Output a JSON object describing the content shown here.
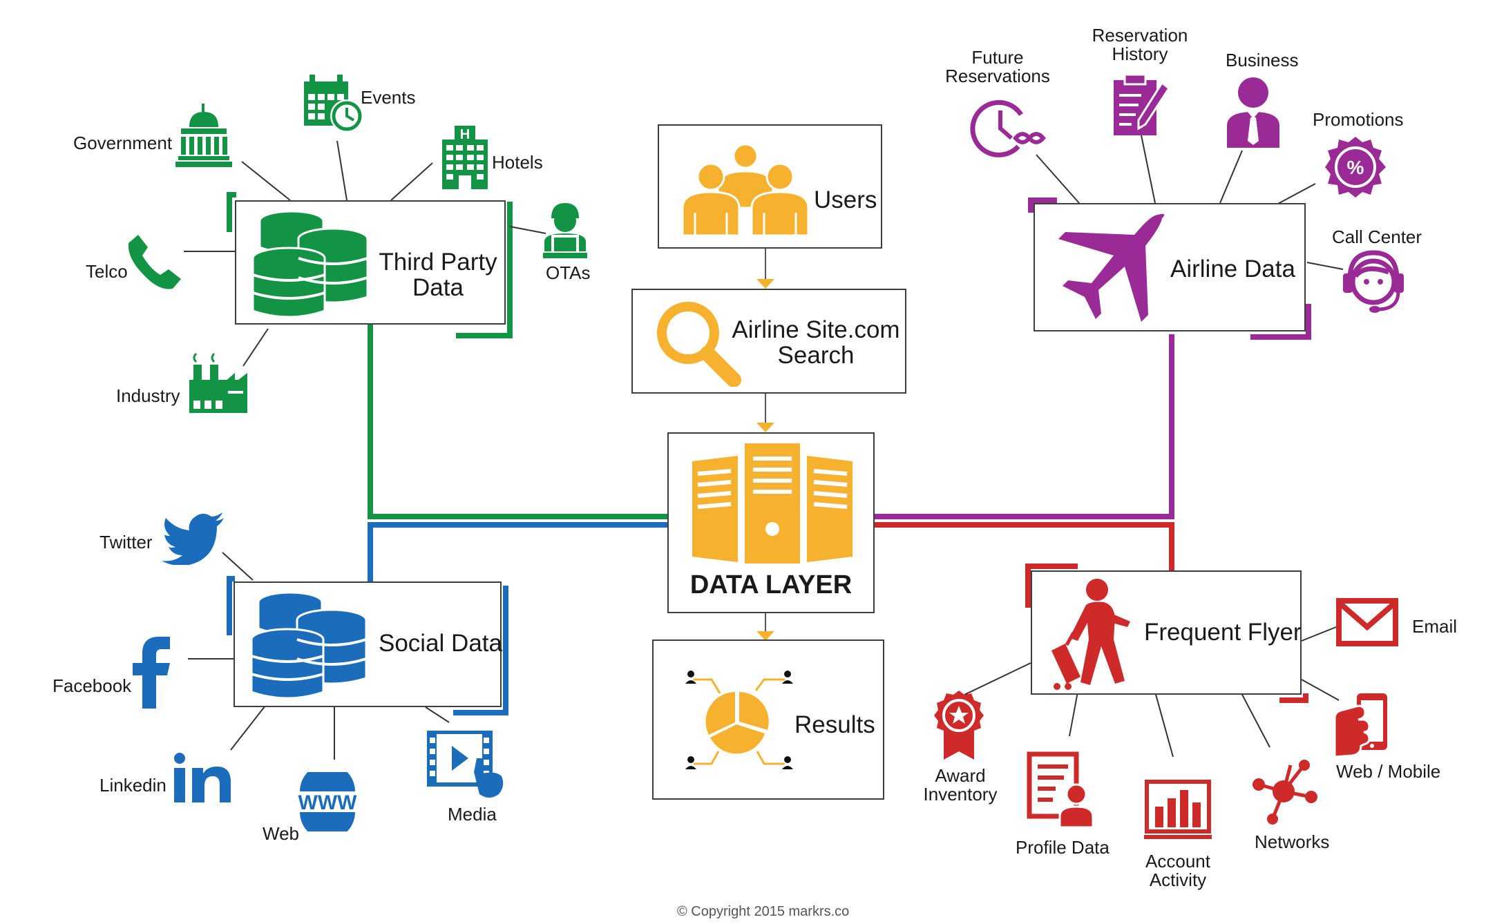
{
  "colors": {
    "green": "#129444",
    "blue": "#1b6dbb",
    "purple": "#9a2a96",
    "red": "#cf2a2a",
    "orange": "#f6b12e",
    "border": "#3d3d3d"
  },
  "center": {
    "users": {
      "label": "Users",
      "icon": "users-group-icon"
    },
    "search": {
      "label_line1": "Airline Site.com",
      "label_line2": "Search",
      "icon": "magnifier-icon"
    },
    "data_layer": {
      "label": "DATA LAYER",
      "icon": "server-icon"
    },
    "results": {
      "label": "Results",
      "icon": "pie-network-icon"
    }
  },
  "third_party": {
    "label_line1": "Third Party",
    "label_line2": "Data",
    "icon": "database-icon",
    "sources": {
      "government": {
        "label": "Government",
        "icon": "capitol-icon"
      },
      "events": {
        "label": "Events",
        "icon": "calendar-clock-icon"
      },
      "hotels": {
        "label": "Hotels",
        "icon": "hotel-icon"
      },
      "otas": {
        "label": "OTAs",
        "icon": "agent-laptop-icon"
      },
      "telco": {
        "label": "Telco",
        "icon": "phone-icon"
      },
      "industry": {
        "label": "Industry",
        "icon": "factory-icon"
      }
    }
  },
  "social": {
    "label": "Social Data",
    "icon": "database-icon",
    "sources": {
      "twitter": {
        "label": "Twitter",
        "icon": "bird-icon"
      },
      "facebook": {
        "label": "Facebook",
        "icon": "facebook-f-icon"
      },
      "linkedin": {
        "label": "Linkedin",
        "icon": "linkedin-in-icon"
      },
      "web": {
        "label": "Web",
        "icon": "www-globe-icon"
      },
      "media": {
        "label": "Media",
        "icon": "video-touch-icon"
      }
    }
  },
  "airline": {
    "label": "Airline Data",
    "icon": "airplane-icon",
    "sources": {
      "future": {
        "label_line1": "Future",
        "label_line2": "Reservations",
        "icon": "clock-infinity-icon"
      },
      "history": {
        "label_line1": "Reservation",
        "label_line2": "History",
        "icon": "clipboard-pen-icon"
      },
      "business": {
        "label": "Business",
        "icon": "businessman-icon"
      },
      "promotions": {
        "label": "Promotions",
        "icon": "percent-badge-icon"
      },
      "callcenter": {
        "label": "Call Center",
        "icon": "headset-agent-icon"
      }
    }
  },
  "flyer": {
    "label": "Frequent Flyer",
    "icon": "traveler-luggage-icon",
    "sources": {
      "award": {
        "label_line1": "Award",
        "label_line2": "Inventory",
        "icon": "award-ribbon-icon"
      },
      "profile": {
        "label": "Profile Data",
        "icon": "profile-document-icon"
      },
      "account": {
        "label_line1": "Account",
        "label_line2": "Activity",
        "icon": "bar-chart-icon"
      },
      "networks": {
        "label": "Networks",
        "icon": "network-nodes-icon"
      },
      "mobile": {
        "label": "Web / Mobile",
        "icon": "hand-phone-icon"
      },
      "email": {
        "label": "Email",
        "icon": "envelope-icon"
      }
    }
  },
  "footer": {
    "copyright": "© Copyright 2015 markrs.co"
  }
}
